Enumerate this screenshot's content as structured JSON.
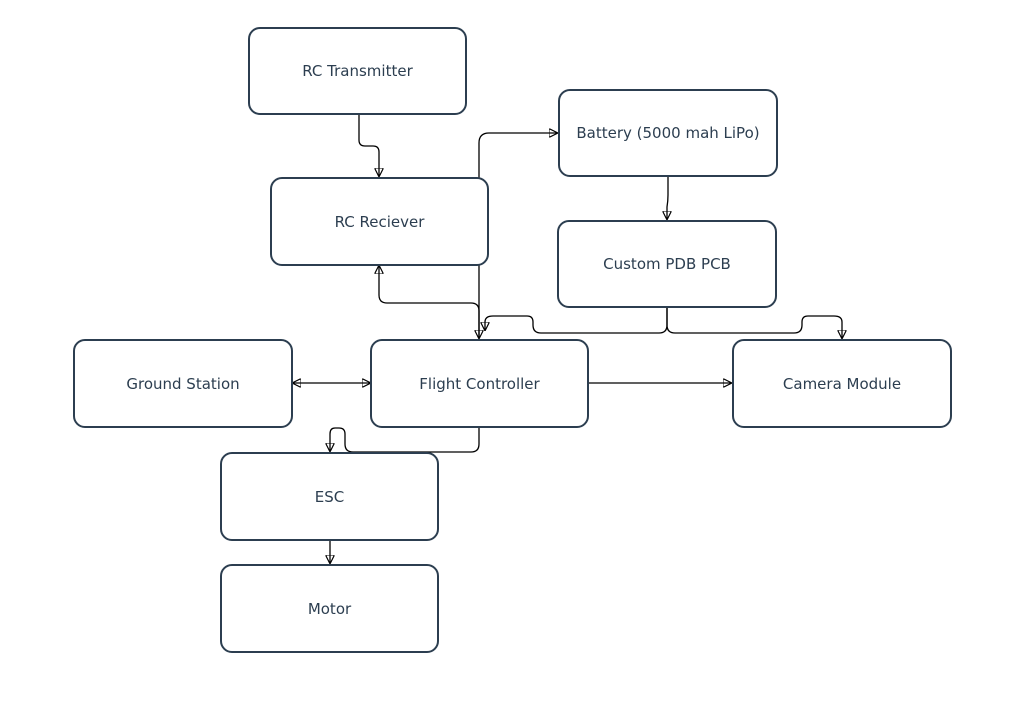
{
  "diagram": {
    "nodes": {
      "rc_transmitter": "RC Transmitter",
      "battery": "Battery (5000 mah LiPo)",
      "rc_receiver": "RC Reciever",
      "custom_pdb": "Custom PDB PCB",
      "ground_station": "Ground Station",
      "flight_controller": "Flight Controller",
      "camera_module": "Camera Module",
      "esc": "ESC",
      "motor": "Motor"
    },
    "connections": [
      {
        "from": "RC Transmitter",
        "to": "RC Reciever",
        "direction": "one-way"
      },
      {
        "from": "Flight Controller",
        "to": "Battery (5000 mah LiPo)",
        "direction": "one-way"
      },
      {
        "from": "Battery (5000 mah LiPo)",
        "to": "Custom PDB PCB",
        "direction": "one-way"
      },
      {
        "from": "RC Reciever",
        "to": "Flight Controller",
        "direction": "two-way"
      },
      {
        "from": "Custom PDB PCB",
        "to": "Flight Controller",
        "direction": "one-way"
      },
      {
        "from": "Custom PDB PCB",
        "to": "Camera Module",
        "direction": "one-way"
      },
      {
        "from": "Ground Station",
        "to": "Flight Controller",
        "direction": "two-way"
      },
      {
        "from": "Flight Controller",
        "to": "Camera Module",
        "direction": "one-way"
      },
      {
        "from": "Flight Controller",
        "to": "ESC",
        "direction": "one-way"
      },
      {
        "from": "ESC",
        "to": "Motor",
        "direction": "one-way"
      }
    ],
    "colors": {
      "node_border": "#2c3e50",
      "node_text": "#2c3e50",
      "connector": "#000000",
      "background": "#ffffff"
    }
  }
}
